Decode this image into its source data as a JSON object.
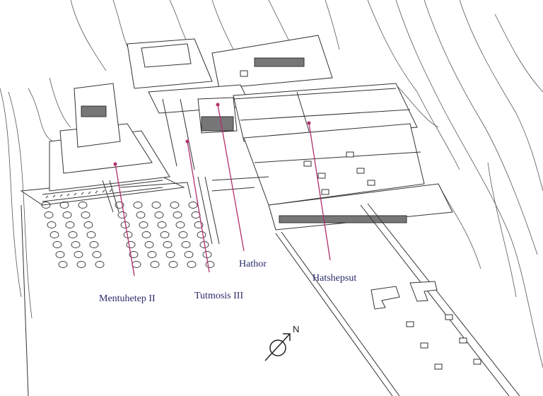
{
  "labels": {
    "mentuhetep": "Mentuhetep II",
    "tutmosis": "Tutmosis III",
    "hathor": "Hathor",
    "hatshepsut": "Hatshepsut"
  },
  "compass": {
    "north": "N"
  },
  "colors": {
    "label_text": "#2b2b6e",
    "pointer_line": "#b0306a",
    "drawing": "#333333"
  }
}
